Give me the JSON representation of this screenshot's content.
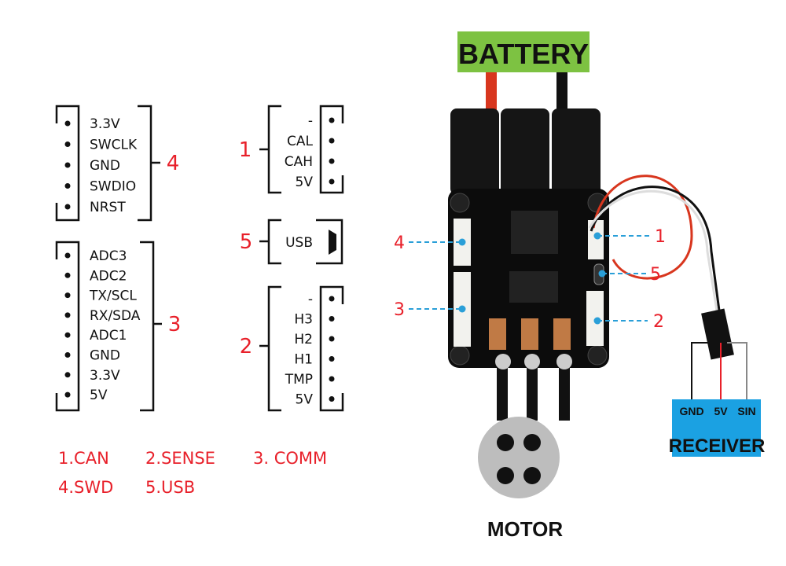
{
  "swd": {
    "number": "4",
    "pins": [
      "3.3V",
      "SWCLK",
      "GND",
      "SWDIO",
      "NRST"
    ]
  },
  "comm": {
    "number": "3",
    "pins": [
      "ADC3",
      "ADC2",
      "TX/SCL",
      "RX/SDA",
      "ADC1",
      "GND",
      "3.3V",
      "5V"
    ]
  },
  "can": {
    "number": "1",
    "pins": [
      "-",
      "CAL",
      "CAH",
      "5V"
    ]
  },
  "usb": {
    "number": "5",
    "label": "USB"
  },
  "sense": {
    "number": "2",
    "pins": [
      "-",
      "H3",
      "H2",
      "H1",
      "TMP",
      "5V"
    ]
  },
  "legend": [
    "1.CAN",
    "2.SENSE",
    "3. COMM",
    "4.SWD",
    "5.USB"
  ],
  "battery_label": "BATTERY",
  "motor_label": "MOTOR",
  "receiver": {
    "title": "RECEIVER",
    "pins": [
      "GND",
      "5V",
      "SIN"
    ]
  },
  "board_callouts": [
    "4",
    "3",
    "1",
    "5",
    "2"
  ],
  "colors": {
    "accent_red": "#e8202a",
    "battery_green": "#7dc242",
    "receiver_blue": "#1ba1e2",
    "callout_blue": "#2a9fd8",
    "motor_gray": "#bdbdbd"
  }
}
